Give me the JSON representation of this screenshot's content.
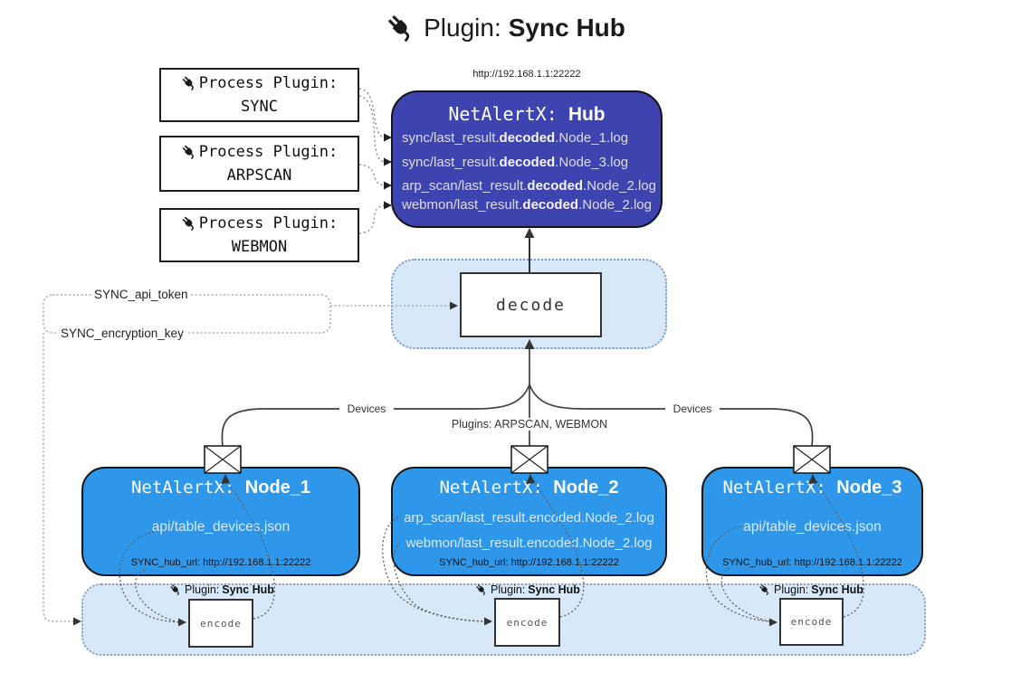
{
  "title": {
    "prefix": "Plugin:",
    "name": "Sync Hub"
  },
  "process_plugins": [
    {
      "line1": "Process Plugin:",
      "name": "SYNC"
    },
    {
      "line1": "Process Plugin:",
      "name": "ARPSCAN"
    },
    {
      "line1": "Process Plugin:",
      "name": "WEBMON"
    }
  ],
  "hub": {
    "url": "http://192.168.1.1:22222",
    "title_prefix": "NetAlertX:",
    "title_name": "Hub",
    "logs": [
      {
        "pre": "sync/last_result.",
        "bold": "decoded",
        "post": ".Node_1.log"
      },
      {
        "pre": "sync/last_result.",
        "bold": "decoded",
        "post": ".Node_3.log"
      },
      {
        "pre": "arp_scan/last_result.",
        "bold": "decoded",
        "post": ".Node_2.log"
      },
      {
        "pre": "webmon/last_result.",
        "bold": "decoded",
        "post": ".Node_2.log"
      }
    ]
  },
  "decode_section": {
    "box_label": "decode"
  },
  "secrets": {
    "api_token": "SYNC_api_token",
    "encryption_key": "SYNC_encryption_key"
  },
  "edge_labels": {
    "devices_left": "Devices",
    "plugins_center": "Plugins: ARPSCAN, WEBMON",
    "devices_right": "Devices"
  },
  "nodes": [
    {
      "title_prefix": "NetAlertX:",
      "title_name": "Node_1",
      "files": [
        "api/table_devices.json"
      ],
      "hub_url": "SYNC_hub_url: http://192.168.1.1:22222"
    },
    {
      "title_prefix": "NetAlertX:",
      "title_name": "Node_2",
      "files": [
        "arp_scan/last_result.encoded.Node_2.log",
        "webmon/last_result.encoded.Node_2.log"
      ],
      "hub_url": "SYNC_hub_url: http://192.168.1.1:22222"
    },
    {
      "title_prefix": "NetAlertX:",
      "title_name": "Node_3",
      "files": [
        "api/table_devices.json"
      ],
      "hub_url": "SYNC_hub_url: http://192.168.1.1:22222"
    }
  ],
  "encode_sections": [
    {
      "plugin_prefix": "Plugin:",
      "plugin_name": "Sync Hub",
      "box_label": "encode"
    },
    {
      "plugin_prefix": "Plugin:",
      "plugin_name": "Sync Hub",
      "box_label": "encode"
    },
    {
      "plugin_prefix": "Plugin:",
      "plugin_name": "Sync Hub",
      "box_label": "encode"
    }
  ],
  "colors": {
    "hub_fill": "#3e44af",
    "node_fill": "#2e97ea",
    "band_fill": "#d7e8f9",
    "band_border": "#8ba2bc",
    "line": "#3f3f3f"
  }
}
